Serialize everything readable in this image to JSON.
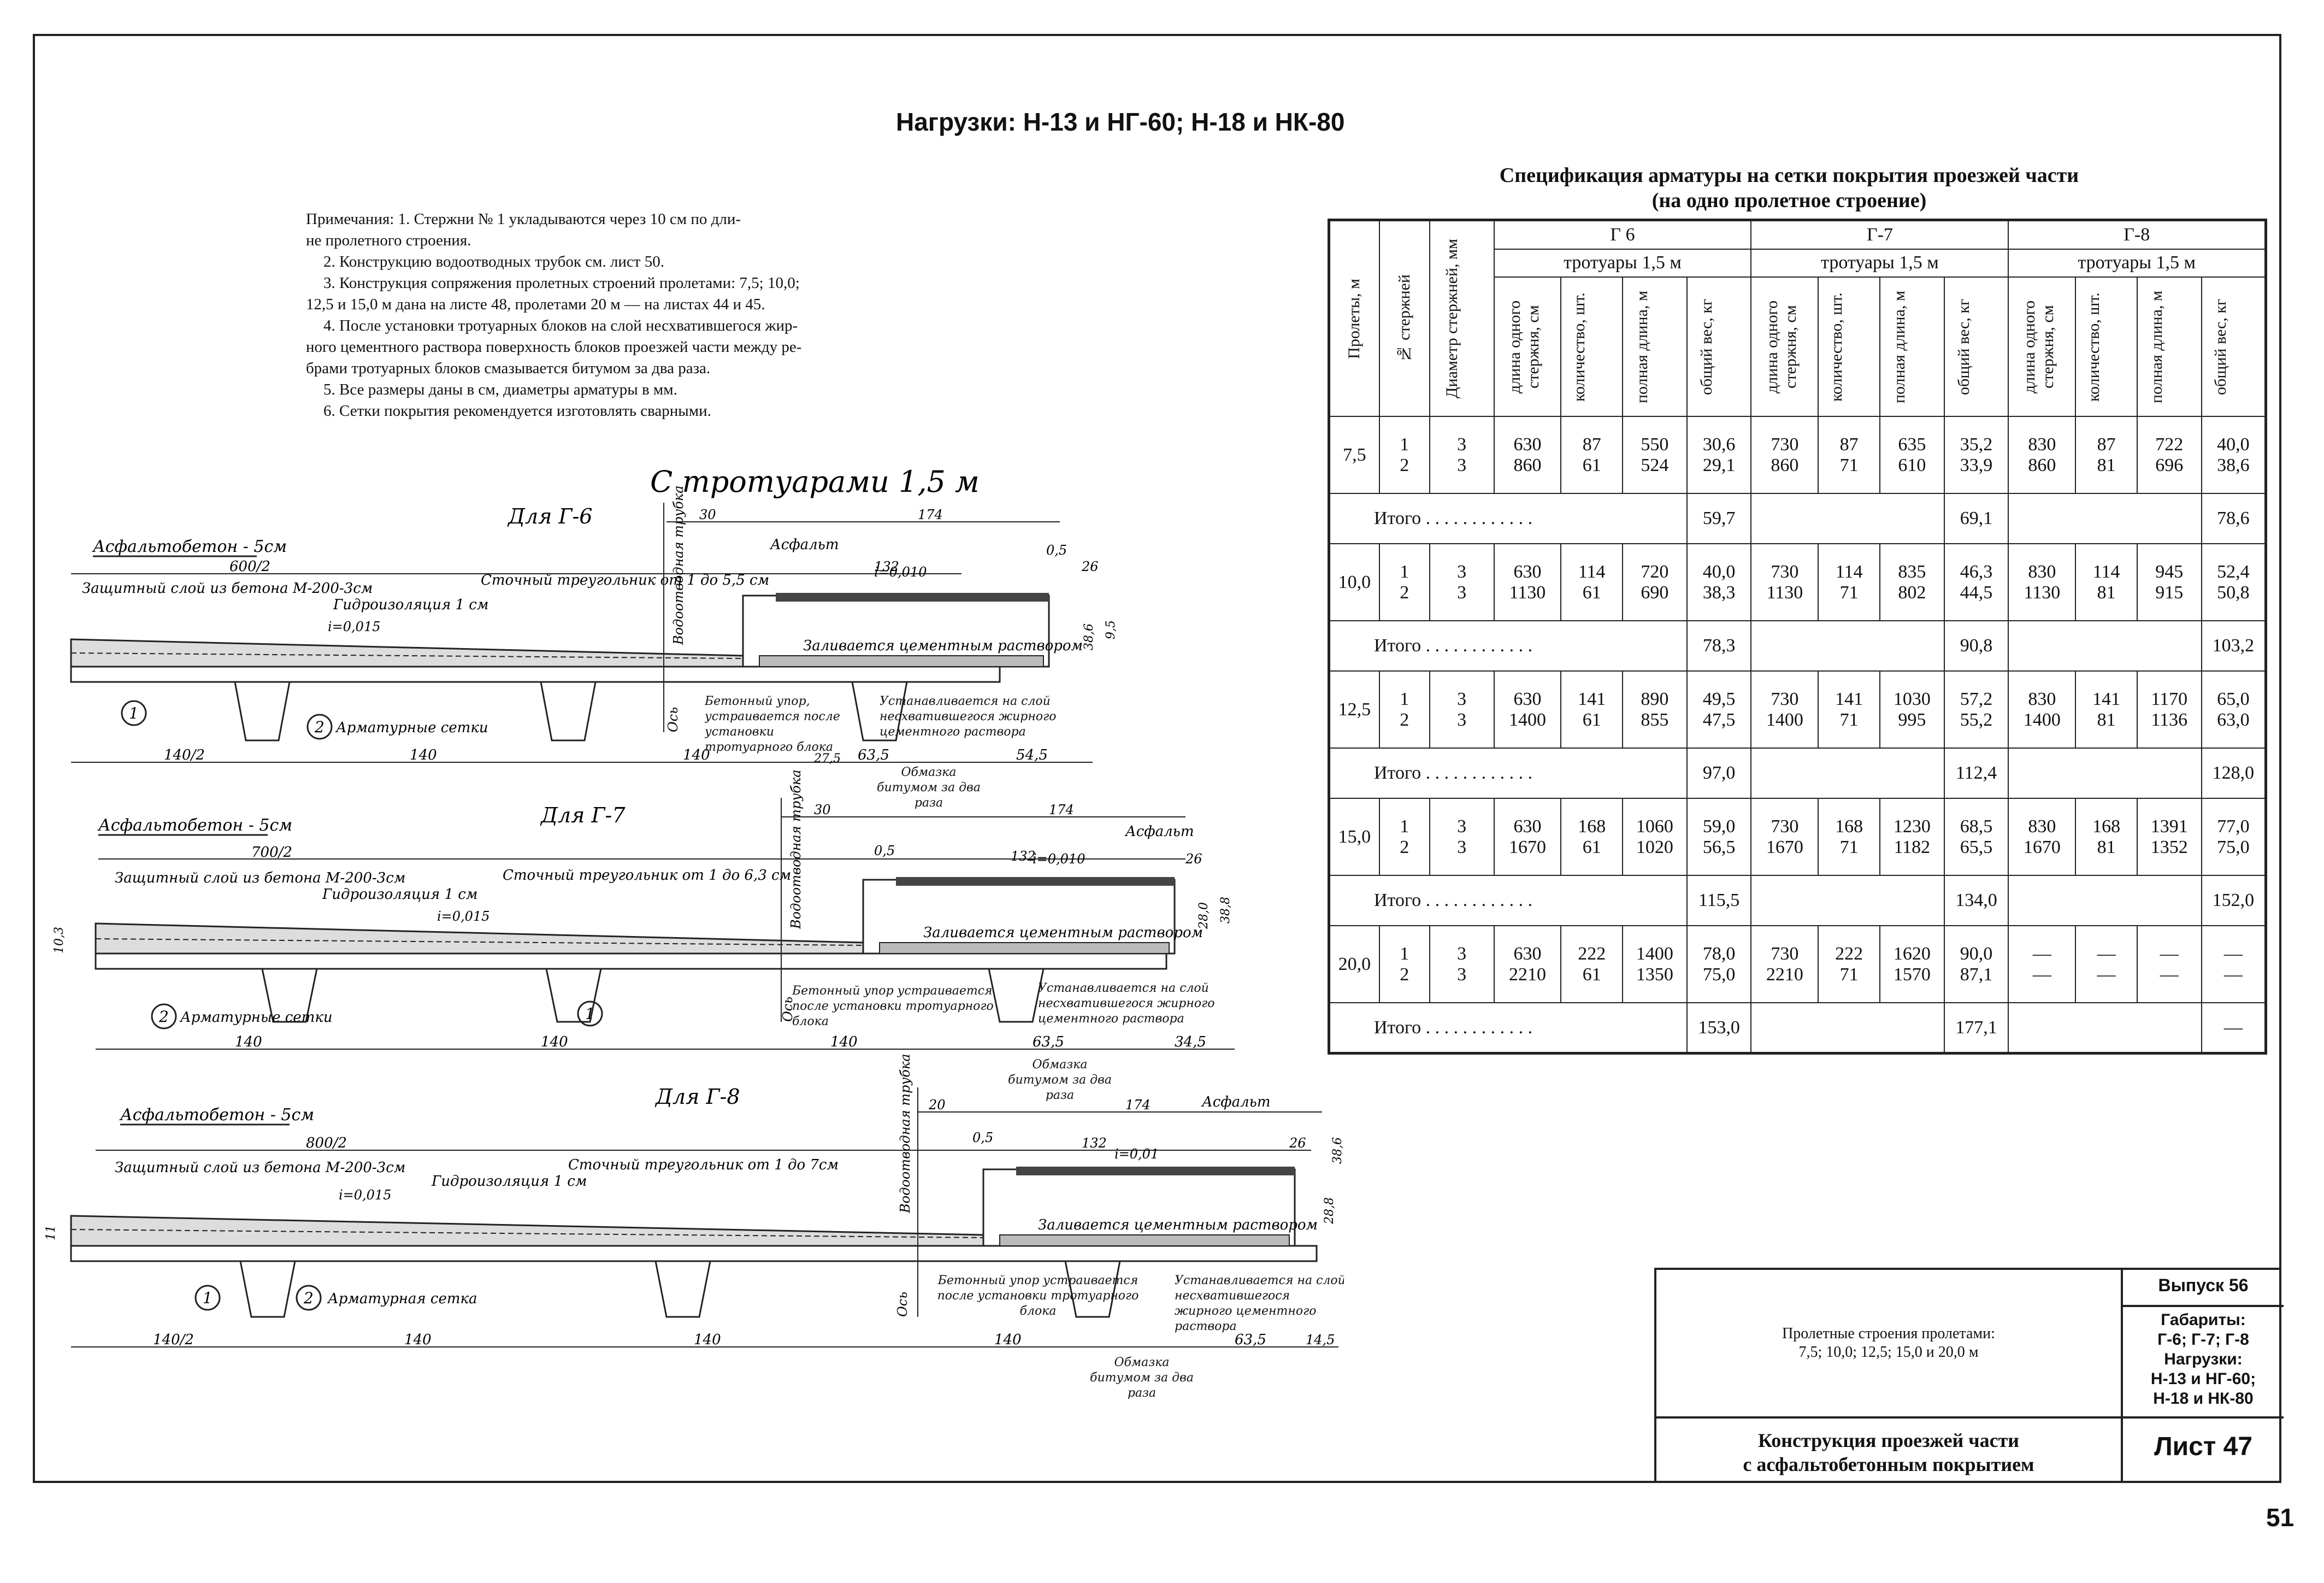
{
  "title": "Нагрузки: Н-13 и НГ-60; Н-18 и НК-80",
  "notes": {
    "lines": [
      "Примечания: 1. Стержни № 1 укладываются через 10 см по дли-",
      "не пролетного строения.",
      "2. Конструкцию водоотводных трубок см. лист 50.",
      "3. Конструкция сопряжения пролетных строений пролетами: 7,5; 10,0;",
      "12,5 и 15,0 м дана на листе 48, пролетами 20 м — на листах 44 и 45.",
      "4. После установки тротуарных блоков на слой несхватившегося жир-",
      "ного цементного раствора поверхность блоков проезжей части между ре-",
      "брами тротуарных блоков смазывается битумом за два раза.",
      "5. Все размеры даны в см, диаметры арматуры в мм.",
      "6. Сетки покрытия рекомендуется изготовлять сварными."
    ]
  },
  "drawings": {
    "heading": "С тротуарами 1,5 м",
    "sections": [
      {
        "name": "Для Г-6",
        "labels": {
          "asphalt_layer": "Асфальтобетон - 5см",
          "protect": "Защитный слой из бетона М-200-3см",
          "hydro": "Гидроизоляция 1 см",
          "triangle": "Сточный треугольник от 1 до 5,5 см",
          "slope": "i=0,015",
          "asphalt": "Асфальт",
          "pipe": "Водоотводная трубка",
          "mortar": "Заливается цементным раствором",
          "stop": "Бетонный упор, устраивается после установки тротуарного блока",
          "installed": "Устанавливается на слой несхватившегося жирного цементного раствора",
          "bitumen": "Обмазка битумом за два раза",
          "mesh": "Арматурные сетки",
          "axis": "Ось",
          "slope2": "i=0,010",
          "dims": [
            "600/2",
            "30",
            "174",
            "132",
            "0,5",
            "26",
            "140/2",
            "140",
            "140",
            "63,5",
            "54,5",
            "27,5",
            "38,6",
            "9,5"
          ]
        }
      },
      {
        "name": "Для Г-7",
        "labels": {
          "asphalt_layer": "Асфальтобетон - 5см",
          "protect": "Защитный слой из бетона М-200-3см",
          "hydro": "Гидроизоляция 1 см",
          "triangle": "Сточный треугольник от 1 до 6,3 см",
          "slope": "i=0,015",
          "asphalt": "Асфальт",
          "pipe": "Водоотводная трубка",
          "mortar": "Заливается цементным раствором",
          "stop": "Бетонный упор устраивается после установки тротуарного блока",
          "installed": "Устанавливается на слой несхватившегося жирного цементного раствора",
          "bitumen": "Обмазка битумом за два раза",
          "mesh": "Арматурные сетки",
          "axis": "Ось",
          "slope2": "i=0,010",
          "dims": [
            "700/2",
            "30",
            "174",
            "132",
            "0,5",
            "26",
            "140",
            "140",
            "140",
            "63,5",
            "34,5",
            "28,0",
            "38,8",
            "10,3"
          ]
        }
      },
      {
        "name": "Для Г-8",
        "labels": {
          "asphalt_layer": "Асфальтобетон - 5см",
          "protect": "Защитный слой из бетона М-200-3см",
          "hydro": "Гидроизоляция 1 см",
          "triangle": "Сточный треугольник от 1 до 7см",
          "slope": "i=0,015",
          "asphalt": "Асфальт",
          "pipe": "Водоотводная трубка",
          "mortar": "Заливается цементным раствором",
          "stop": "Бетонный упор устраивается после установки тротуарного блока",
          "installed": "Устанавливается на слой несхватившегося жирного цементного раствора",
          "bitumen": "Обмазка битумом за два раза",
          "mesh": "Арматурная сетка",
          "axis": "Ось",
          "slope2": "i=0,01",
          "dims": [
            "800/2",
            "20",
            "174",
            "132",
            "0,5",
            "26",
            "140/2",
            "140",
            "140",
            "140",
            "63,5",
            "14,5",
            "28,8",
            "38,6",
            "11"
          ]
        }
      }
    ]
  },
  "spec": {
    "title_line1": "Спецификация арматуры на сетки покрытия проезжей части",
    "title_line2": "(на одно пролетное строение)",
    "head": {
      "spans": "Пролеты, м",
      "rod_no": "№ стержней",
      "diam": "Диаметр стержней, мм",
      "groups": [
        "Г 6",
        "Г-7",
        "Г-8"
      ],
      "sidewalk": "тротуары 1,5 м",
      "cols": [
        "длина одного стержня, см",
        "количество, шт.",
        "полная длина, м",
        "общий вес, кг"
      ]
    },
    "itogo_label": "Итого . . . . . . . . . . . .",
    "rows": [
      {
        "span": "7,5",
        "rods": "1\n2",
        "diam": "3\n3",
        "g": [
          [
            "630\n860",
            "87\n61",
            "550\n524",
            "30,6\n29,1"
          ],
          [
            "730\n860",
            "87\n71",
            "635\n610",
            "35,2\n33,9"
          ],
          [
            "830\n860",
            "87\n81",
            "722\n696",
            "40,0\n38,6"
          ]
        ],
        "total": [
          "59,7",
          "69,1",
          "78,6"
        ]
      },
      {
        "span": "10,0",
        "rods": "1\n2",
        "diam": "3\n3",
        "g": [
          [
            "630\n1130",
            "114\n61",
            "720\n690",
            "40,0\n38,3"
          ],
          [
            "730\n1130",
            "114\n71",
            "835\n802",
            "46,3\n44,5"
          ],
          [
            "830\n1130",
            "114\n81",
            "945\n915",
            "52,4\n50,8"
          ]
        ],
        "total": [
          "78,3",
          "90,8",
          "103,2"
        ]
      },
      {
        "span": "12,5",
        "rods": "1\n2",
        "diam": "3\n3",
        "g": [
          [
            "630\n1400",
            "141\n61",
            "890\n855",
            "49,5\n47,5"
          ],
          [
            "730\n1400",
            "141\n71",
            "1030\n995",
            "57,2\n55,2"
          ],
          [
            "830\n1400",
            "141\n81",
            "1170\n1136",
            "65,0\n63,0"
          ]
        ],
        "total": [
          "97,0",
          "112,4",
          "128,0"
        ]
      },
      {
        "span": "15,0",
        "rods": "1\n2",
        "diam": "3\n3",
        "g": [
          [
            "630\n1670",
            "168\n61",
            "1060\n1020",
            "59,0\n56,5"
          ],
          [
            "730\n1670",
            "168\n71",
            "1230\n1182",
            "68,5\n65,5"
          ],
          [
            "830\n1670",
            "168\n81",
            "1391\n1352",
            "77,0\n75,0"
          ]
        ],
        "total": [
          "115,5",
          "134,0",
          "152,0"
        ]
      },
      {
        "span": "20,0",
        "rods": "1\n2",
        "diam": "3\n3",
        "g": [
          [
            "630\n2210",
            "222\n61",
            "1400\n1350",
            "78,0\n75,0"
          ],
          [
            "730\n2210",
            "222\n71",
            "1620\n1570",
            "90,0\n87,1"
          ],
          [
            "—\n—",
            "—\n—",
            "—\n—",
            "—\n—"
          ]
        ],
        "total": [
          "153,0",
          "177,1",
          "—"
        ]
      }
    ]
  },
  "stamp": {
    "issue": "Выпуск 56",
    "description": "Пролетные строения пролетами:\n7,5; 10,0; 12,5; 15,0 и 20,0 м",
    "gabarity": "Габариты:\nГ-6; Г-7; Г-8\nНагрузки:\nН-13 и НГ-60;\nН-18 и НК-80",
    "name": "Конструкция проезжей части\nс асфальтобетонным покрытием",
    "sheet": "Лист 47"
  },
  "page_number": "51"
}
